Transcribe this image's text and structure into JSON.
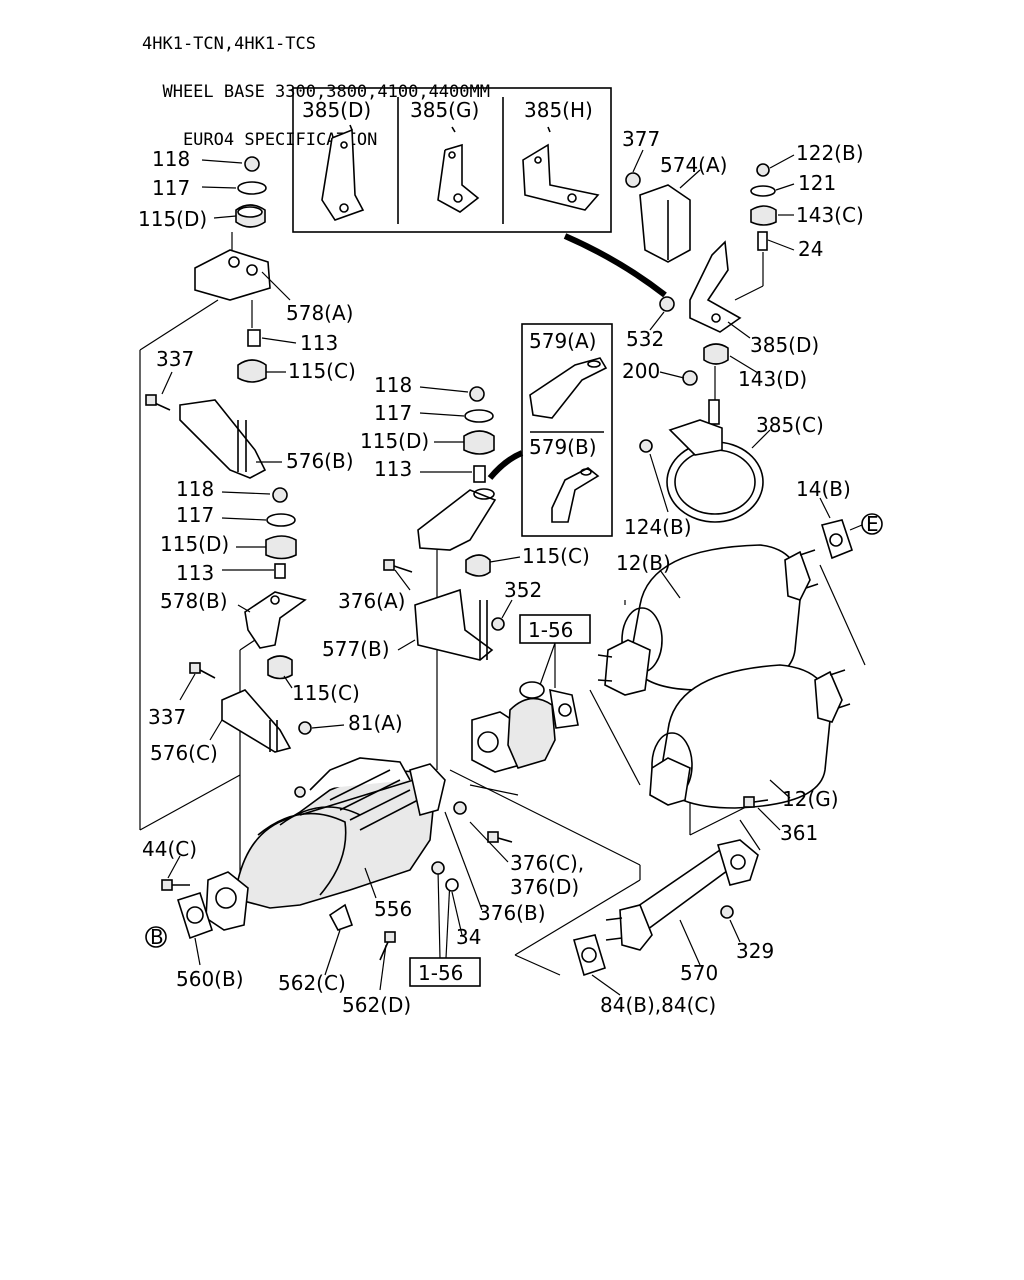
{
  "header": {
    "line1": "4HK1-TCN,4HK1-TCS",
    "line2": "  WHEEL BASE 3300,3800,4100,4400MM",
    "line3": "    EURO4 SPECIFICATION"
  },
  "inset_labels": [
    "385(D)",
    "385(G)",
    "385(H)"
  ],
  "inset2_labels": [
    "579(A)",
    "579(B)"
  ],
  "ref_boxes": [
    "1-56",
    "1-56"
  ],
  "circle_refs": [
    "E",
    "B"
  ],
  "labels": {
    "l118a": "118",
    "l117a": "117",
    "l115Da": "115(D)",
    "l578A": "578(A)",
    "l113a": "113",
    "l337a": "337",
    "l115Ca": "115(C)",
    "l576B": "576(B)",
    "l118b": "118",
    "l117b": "117",
    "l115Db": "115(D)",
    "l113b": "113",
    "l115Cb": "115(C)",
    "l376A": "376(A)",
    "l352": "352",
    "l577B": "577(B)",
    "l118c": "118",
    "l117c": "117",
    "l115Dc": "115(D)",
    "l113c": "113",
    "l578B": "578(B)",
    "l115Cc": "115(C)",
    "l337b": "337",
    "l81A": "81(A)",
    "l576C": "576(C)",
    "l377": "377",
    "l574A": "574(A)",
    "l122B": "122(B)",
    "l121": "121",
    "l143C": "143(C)",
    "l24": "24",
    "l532": "532",
    "l385D": "385(D)",
    "l200": "200",
    "l143D": "143(D)",
    "l385C": "385(C)",
    "l124B": "124(B)",
    "l14B": "14(B)",
    "l12B": "12(B)",
    "l12G": "12(G)",
    "l361": "361",
    "l44C": "44(C)",
    "l556": "556",
    "l376C": "376(C),",
    "l376D": "376(D)",
    "l376B": "376(B)",
    "l34": "34",
    "l560B": "560(B)",
    "l562C": "562(C)",
    "l562D": "562(D)",
    "l570": "570",
    "l329": "329",
    "l84": "84(B),84(C)"
  }
}
